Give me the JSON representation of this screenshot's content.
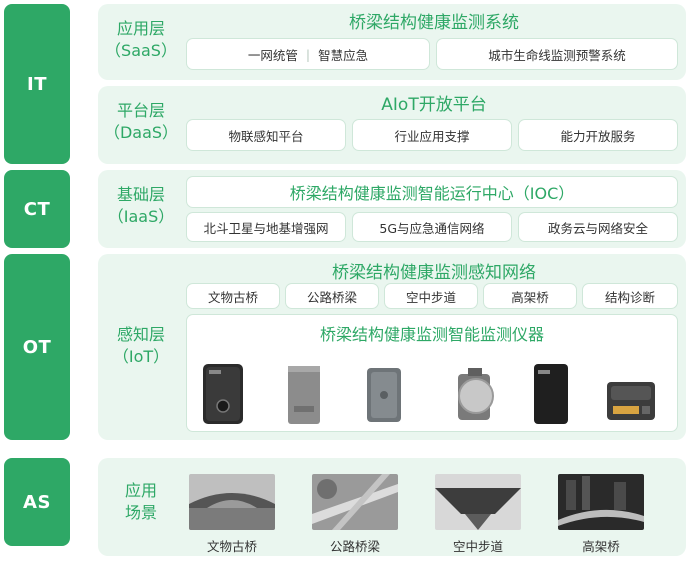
{
  "tabs": {
    "it": "IT",
    "ct": "CT",
    "ot": "OT",
    "as": "AS"
  },
  "saas": {
    "name_line1": "应用层",
    "name_line2": "（SaaS）",
    "title": "桥梁结构健康监测系统",
    "item1a": "一网统管",
    "item1b": "智慧应急",
    "item2": "城市生命线监测预警系统"
  },
  "daas": {
    "name_line1": "平台层",
    "name_line2": "（DaaS）",
    "title": "AIoT开放平台",
    "items": [
      "物联感知平台",
      "行业应用支撑",
      "能力开放服务"
    ]
  },
  "iaas": {
    "name_line1": "基础层",
    "name_line2": "（IaaS）",
    "title": "桥梁结构健康监测智能运行中心（IOC）",
    "items": [
      "北斗卫星与地基增强网",
      "5G与应急通信网络",
      "政务云与网络安全"
    ]
  },
  "iot": {
    "name_line1": "感知层",
    "name_line2": "（IoT）",
    "network_title": "桥梁结构健康监测感知网络",
    "network_items": [
      "文物古桥",
      "公路桥梁",
      "空中步道",
      "高架桥",
      "结构诊断"
    ],
    "instrument_title": "桥梁结构健康监测智能监测仪器",
    "devices": [
      "camera-sensor-device",
      "box-sensor-device",
      "gnss-sensor-device",
      "round-sensor-device",
      "tall-sensor-device",
      "gateway-device"
    ]
  },
  "scenarios": {
    "name_line1": "应用",
    "name_line2": "场景",
    "items": [
      "文物古桥",
      "公路桥梁",
      "空中步道",
      "高架桥"
    ]
  },
  "colors": {
    "accent": "#2ea866",
    "panel": "#eaf6ef",
    "border": "#cfe7d9"
  }
}
